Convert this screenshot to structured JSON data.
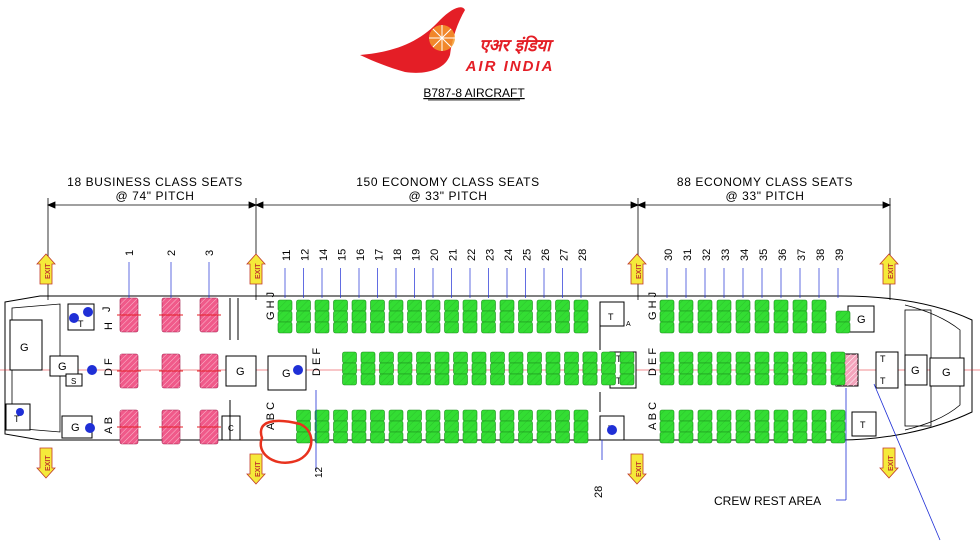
{
  "header": {
    "hindi_name": "एअर इंडिया",
    "airline_name": "AIR INDIA",
    "aircraft": "B787-8 AIRCRAFT"
  },
  "sections": [
    {
      "line1": "18  BUSINESS  CLASS  SEATS",
      "line2": "@  74\"  PITCH"
    },
    {
      "line1": "150  ECONOMY  CLASS  SEATS",
      "line2": "@  33\"  PITCH"
    },
    {
      "line1": "88  ECONOMY  CLASS  SEATS",
      "line2": "@  33\"  PITCH"
    }
  ],
  "business_rows": [
    "1",
    "2",
    "3"
  ],
  "economy1_rows": [
    "11",
    "12",
    "14",
    "15",
    "16",
    "17",
    "18",
    "19",
    "20",
    "21",
    "22",
    "23",
    "24",
    "25",
    "26",
    "27",
    "28"
  ],
  "economy2_rows": [
    "30",
    "31",
    "32",
    "33",
    "34",
    "35",
    "36",
    "37",
    "38",
    "39"
  ],
  "column_letters": {
    "business": {
      "top": "J",
      "top2": "H",
      "mid": "D F",
      "bot": "A B"
    },
    "eco_top": "G H J",
    "eco_mid": "D E F",
    "eco_bot": "A B C"
  },
  "labels": {
    "exit": "EXIT",
    "galley": "G",
    "toilet": "T",
    "stowage": "S",
    "closet": "C",
    "small_a": "A",
    "row_12": "12",
    "row_28": "28",
    "crew_rest": "CREW REST AREA"
  },
  "colors": {
    "brand_red": "#e41e26",
    "economy_seat": "#33dd33",
    "business_seat": "#f05a8a",
    "marker_blue": "#1f2fd6",
    "highlight": "#e8321e",
    "exit_yellow": "#f5ea3a"
  }
}
